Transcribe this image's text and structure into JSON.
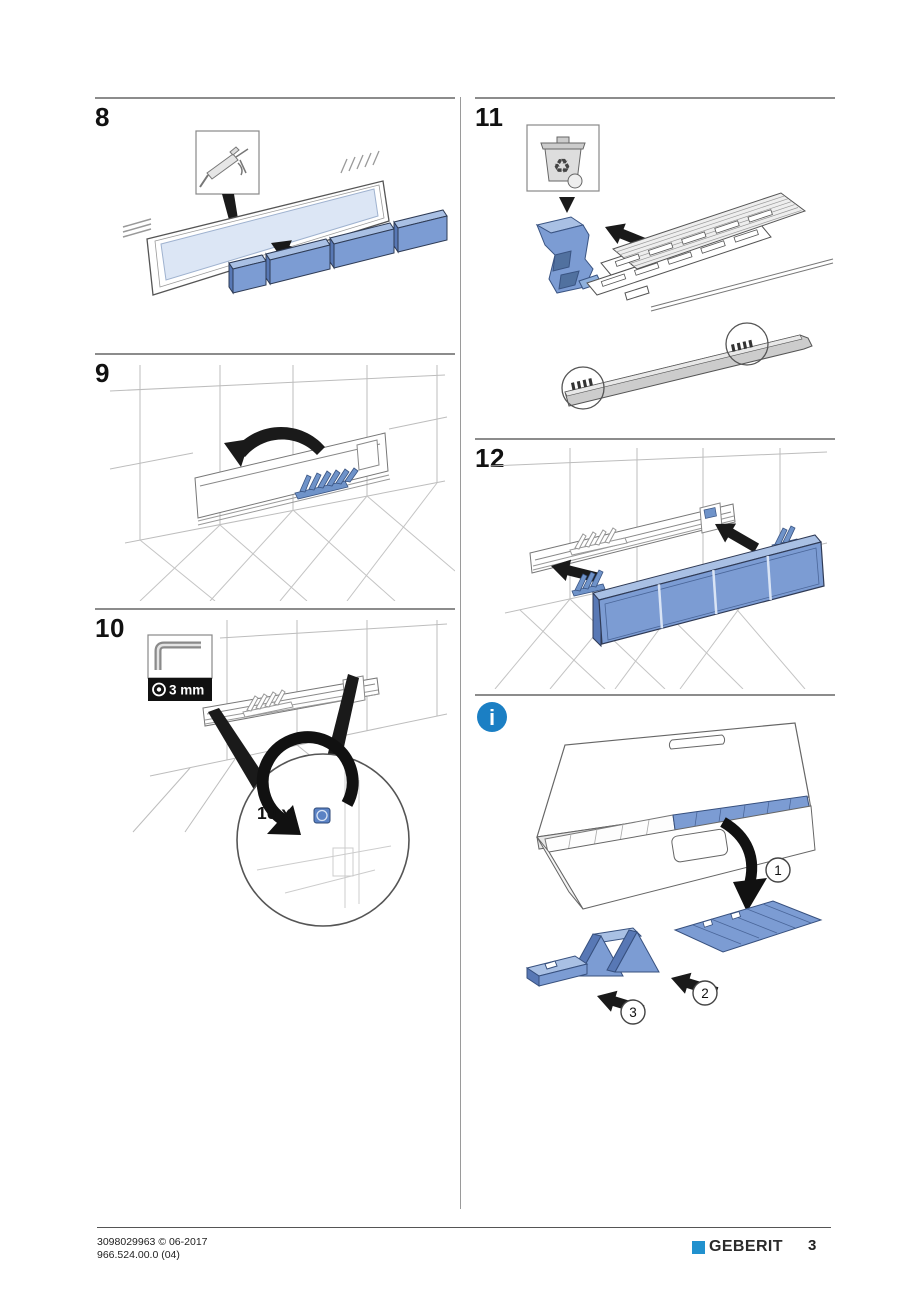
{
  "document": {
    "brand": "GEBERIT",
    "page_number": "3",
    "footer": {
      "line1": "3098029963 © 06-2017",
      "line2": "966.524.00.0 (04)"
    }
  },
  "steps": [
    {
      "number": "8",
      "tool": "silicone-gun"
    },
    {
      "number": "9"
    },
    {
      "number": "10",
      "tool": "allen-key",
      "tool_size": "3 mm",
      "repeat": "10 x"
    },
    {
      "number": "11",
      "tool": "recycling-bin",
      "recycle_glyph": "♻"
    },
    {
      "number": "12"
    }
  ],
  "info": {
    "icon_glyph": "i",
    "labels": {
      "s1": "1",
      "s2": "2",
      "s3": "3"
    }
  },
  "colors": {
    "tile_blue": "#7C9CD3",
    "tile_blue_dark": "#5878B5",
    "tile_blue_top": "#A9C0E4",
    "panel_light_blue": "#DCE6F5",
    "info_blue": "#1B7FC4",
    "logo_blue": "#2191CE",
    "arrow_black": "#1A1A1A",
    "rule_gray": "#8C8C8C"
  }
}
